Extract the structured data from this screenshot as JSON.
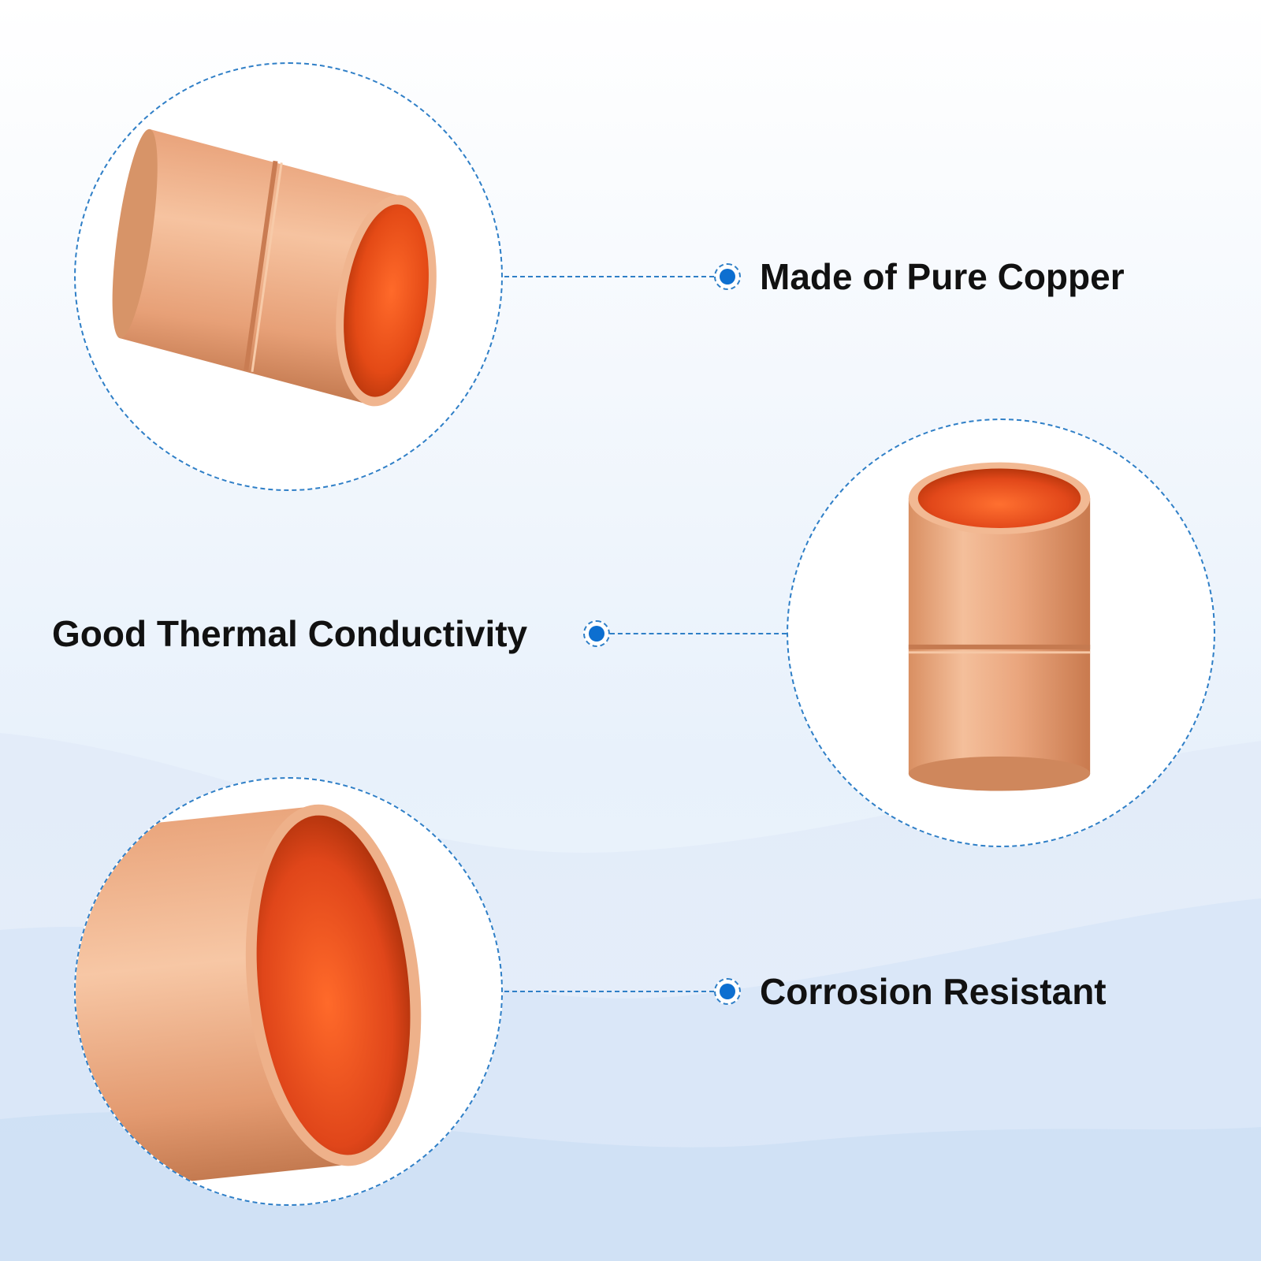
{
  "features": [
    {
      "label": "Made of Pure Copper"
    },
    {
      "label": "Good Thermal Conductivity"
    },
    {
      "label": "Corrosion Resistant"
    }
  ],
  "colors": {
    "accent": "#0d6fd0",
    "dashed_line": "#2f7fc7",
    "copper_light": "#f2b48e",
    "copper_dark": "#c9764b",
    "copper_inner": "#e8501c"
  }
}
